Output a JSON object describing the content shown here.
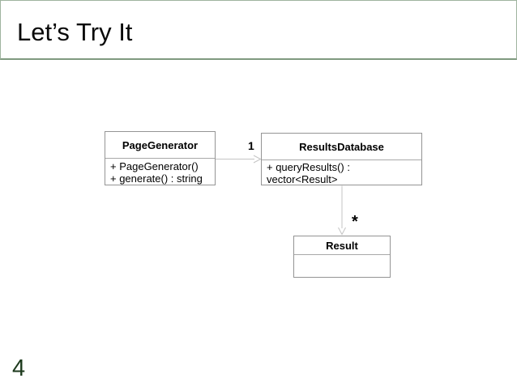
{
  "slide": {
    "title": "Let’s Try It",
    "page_number": "4"
  },
  "colors": {
    "banner_border": "#9fb49f",
    "banner_border_bottom": "#7f9a7f",
    "box_border": "#949494",
    "divider": "#a8a8a8",
    "connector": "#c4c4c4",
    "page_number": "#1d3a1d",
    "text": "#000000",
    "background": "#ffffff"
  },
  "diagram": {
    "type": "uml-class-diagram",
    "classes": [
      {
        "name": "PageGenerator",
        "members": [
          "+ PageGenerator()",
          "+ generate() : string"
        ]
      },
      {
        "name": "ResultsDatabase",
        "members": [
          "+ queryResults() : vector<Result>"
        ]
      },
      {
        "name": "Result",
        "members": []
      }
    ],
    "associations": [
      {
        "from": "PageGenerator",
        "to": "ResultsDatabase",
        "multiplicity": "1",
        "arrow": "open"
      },
      {
        "from": "ResultsDatabase",
        "to": "Result",
        "multiplicity": "*",
        "arrow": "open"
      }
    ]
  }
}
